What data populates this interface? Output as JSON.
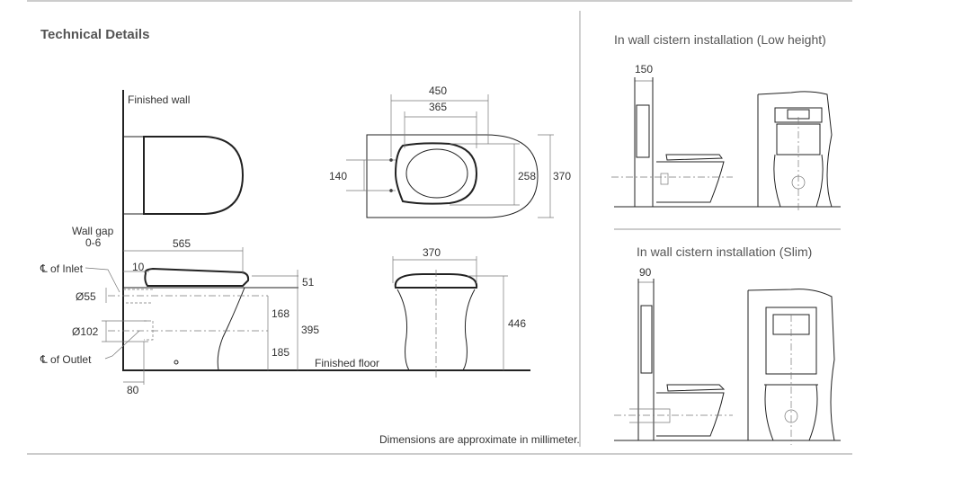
{
  "heading": "Technical Details",
  "left": {
    "finished_wall": "Finished wall",
    "finished_floor": "Finished floor",
    "wall_gap_label": "Wall gap",
    "wall_gap_value": "0-6",
    "inlet_label": "℄ of Inlet",
    "outlet_label": "℄ of Outlet",
    "dims": {
      "length": "565",
      "setback": "10",
      "seat_thickness": "51",
      "inlet_dia": "Ø55",
      "outlet_dia": "Ø102",
      "inlet_height": "168",
      "outlet_height": "185",
      "rim_height": "395",
      "outlet_offset": "80",
      "top_width": "450",
      "bowl_width": "365",
      "fixing_spacing": "140",
      "bowl_depth": "258",
      "top_depth": "370",
      "front_width": "370",
      "front_height": "446"
    },
    "note": "Dimensions are approximate in millimeter."
  },
  "right": {
    "low_height": {
      "title": "In wall cistern installation (Low height)",
      "dim": "150"
    },
    "slim": {
      "title": "In wall cistern installation (Slim)",
      "dim": "90"
    }
  }
}
